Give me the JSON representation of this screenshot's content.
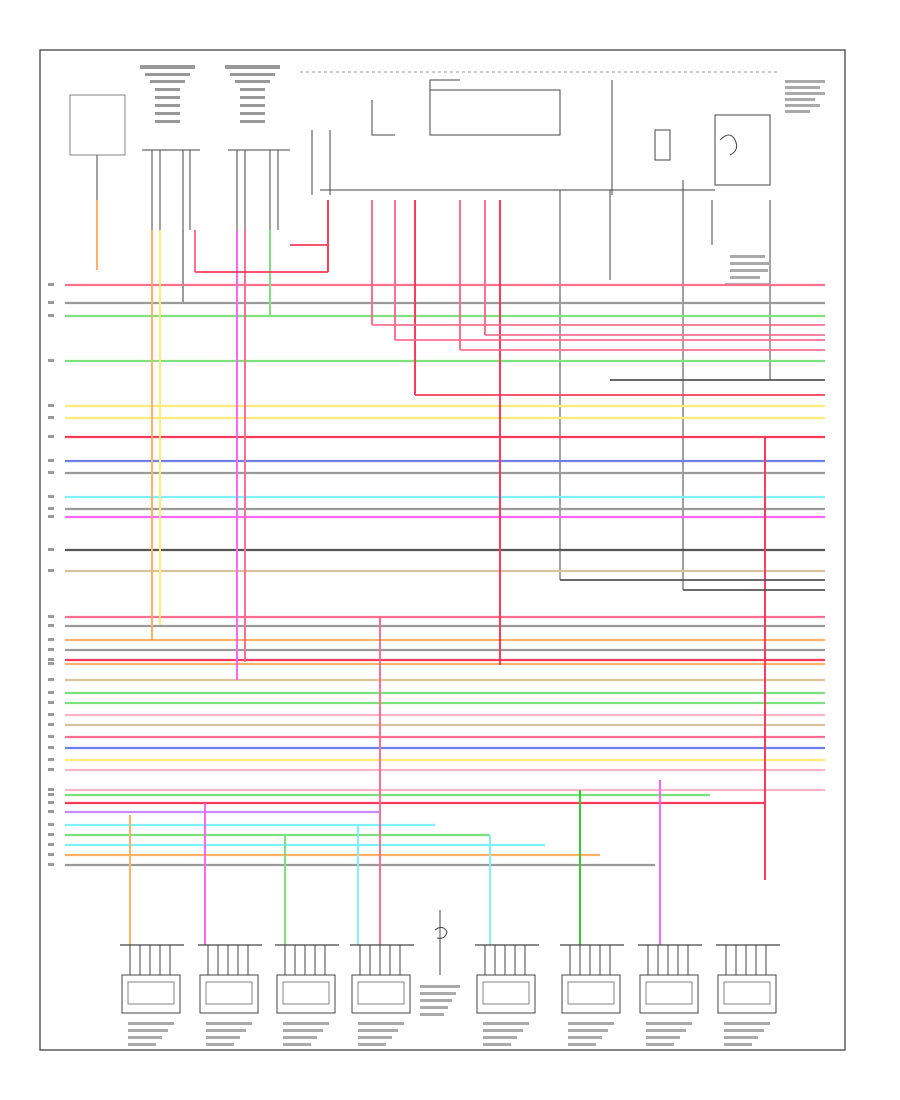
{
  "diagram": {
    "footer_text": "",
    "colors": {
      "pink": "#ff6f91",
      "red": "#ff3b5c",
      "light_pink": "#ffb3c6",
      "yellow": "#ffec7a",
      "orange": "#ffb266",
      "green": "#7ee07e",
      "bright_green": "#33cc33",
      "cyan": "#7ff0ff",
      "blue": "#6f7fe8",
      "violet": "#c98cff",
      "magenta": "#ff66ff",
      "gray": "#9a9a9a",
      "dark_gray": "#555555",
      "black": "#333333",
      "tan": "#d9c39a"
    },
    "horizontal_wires": [
      {
        "color": "pink"
      },
      {
        "color": "gray"
      },
      {
        "color": "green"
      },
      {
        "color": "green"
      },
      {
        "color": "yellow"
      },
      {
        "color": "yellow"
      },
      {
        "color": "red"
      },
      {
        "color": "blue"
      },
      {
        "color": "gray"
      },
      {
        "color": "cyan"
      },
      {
        "color": "gray"
      },
      {
        "color": "magenta"
      },
      {
        "color": "dark_gray"
      },
      {
        "color": "tan"
      },
      {
        "color": "pink"
      },
      {
        "color": "gray"
      },
      {
        "color": "orange"
      },
      {
        "color": "gray"
      },
      {
        "color": "red"
      },
      {
        "color": "orange"
      },
      {
        "color": "tan"
      },
      {
        "color": "green"
      },
      {
        "color": "green"
      },
      {
        "color": "light_pink"
      },
      {
        "color": "tan"
      },
      {
        "color": "pink"
      },
      {
        "color": "blue"
      },
      {
        "color": "yellow"
      },
      {
        "color": "light_pink"
      },
      {
        "color": "light_pink"
      },
      {
        "color": "green"
      },
      {
        "color": "red"
      },
      {
        "color": "violet"
      },
      {
        "color": "cyan"
      },
      {
        "color": "green"
      },
      {
        "color": "cyan"
      },
      {
        "color": "orange"
      },
      {
        "color": "gray"
      }
    ],
    "bottom_components_count": 8,
    "top_left_components_count": 3,
    "top_right_components_count": 4
  }
}
